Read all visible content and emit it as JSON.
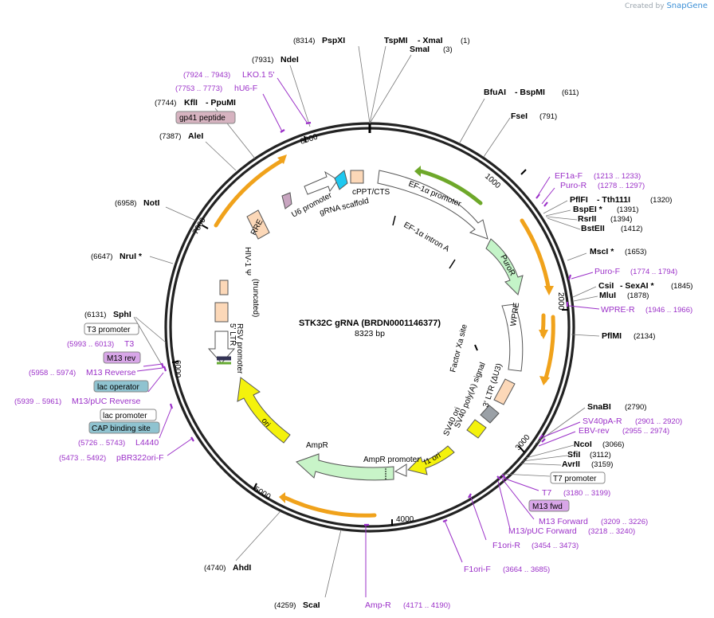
{
  "brand": {
    "prefix": "Created by",
    "name": "SnapGene"
  },
  "plasmid": {
    "name": "STK32C gRNA (BRDN0001146377)",
    "size_label": "8323 bp"
  },
  "ticks": [
    "1000",
    "2000",
    "3000",
    "4000",
    "5000",
    "6000",
    "7000",
    "8000"
  ],
  "enzymes": {
    "pspxi": {
      "pos": "(8314)",
      "name": "PspXI"
    },
    "tspmi": {
      "name": "TspMI",
      "name2": "- XmaI",
      "pos": "(1)"
    },
    "smai": {
      "name": "SmaI",
      "pos": "(3)"
    },
    "ndei": {
      "pos": "(7931)",
      "name": "NdeI"
    },
    "kfli": {
      "pos": "(7744)",
      "name": "KflI",
      "name2": "- PpuMI"
    },
    "alei": {
      "pos": "(7387)",
      "name": "AleI"
    },
    "noti": {
      "pos": "(6958)",
      "name": "NotI"
    },
    "nrui": {
      "pos": "(6647)",
      "name": "NruI *"
    },
    "sphi": {
      "pos": "(6131)",
      "name": "SphI"
    },
    "bfuai": {
      "name": "BfuAI",
      "name2": "- BspMI",
      "pos": "(611)"
    },
    "fsei": {
      "name": "FseI",
      "pos": "(791)"
    },
    "pflfi": {
      "name": "PflFI",
      "name2": "- Tth111I",
      "pos": "(1320)"
    },
    "bspei": {
      "name": "BspEI *",
      "pos": "(1391)"
    },
    "rsrii": {
      "name": "RsrII",
      "pos": "(1394)"
    },
    "bsteii": {
      "name": "BstEII",
      "pos": "(1412)"
    },
    "msci": {
      "name": "MscI *",
      "pos": "(1653)"
    },
    "csii": {
      "name": "CsiI",
      "name2": "- SexAI *",
      "pos": "(1845)"
    },
    "mlui": {
      "name": "MluI",
      "pos": "(1878)"
    },
    "pflmi": {
      "name": "PflMI",
      "pos": "(2134)"
    },
    "snabi": {
      "name": "SnaBI",
      "pos": "(2790)"
    },
    "ncoi": {
      "name": "NcoI",
      "pos": "(3066)"
    },
    "sfii": {
      "name": "SfiI",
      "pos": "(3112)"
    },
    "avrii": {
      "name": "AvrII",
      "pos": "(3159)"
    },
    "ahdi": {
      "pos": "(4740)",
      "name": "AhdI"
    },
    "scai": {
      "pos": "(4259)",
      "name": "ScaI"
    }
  },
  "primers": {
    "lko": {
      "pos": "(7924 .. 7943)",
      "name": "LKO.1 5'"
    },
    "hu6": {
      "pos": "(7753 .. 7773)",
      "name": "hU6-F"
    },
    "ef1a": {
      "name": "EF1a-F",
      "pos": "(1213 .. 1233)"
    },
    "puror": {
      "name": "Puro-R",
      "pos": "(1278 .. 1297)"
    },
    "purof": {
      "name": "Puro-F",
      "pos": "(1774 .. 1794)"
    },
    "wpre": {
      "name": "WPRE-R",
      "pos": "(1946 .. 1966)"
    },
    "sv40pa": {
      "name": "SV40pA-R",
      "pos": "(2901 .. 2920)"
    },
    "ebv": {
      "name": "EBV-rev",
      "pos": "(2955 .. 2974)"
    },
    "t7": {
      "name": "T7",
      "pos": "(3180 .. 3199)"
    },
    "m13fwd": {
      "name": "M13 Forward",
      "pos": "(3209 .. 3226)"
    },
    "m13puc": {
      "name": "M13/pUC Forward",
      "pos": "(3218 .. 3240)"
    },
    "f1orir": {
      "name": "F1ori-R",
      "pos": "(3454 .. 3473)"
    },
    "f1orif": {
      "name": "F1ori-F",
      "pos": "(3664 .. 3685)"
    },
    "ampr": {
      "name": "Amp-R",
      "pos": "(4171 .. 4190)"
    },
    "t3": {
      "pos": "(5993 .. 6013)",
      "name": "T3"
    },
    "m13rev": {
      "pos": "(5958 .. 5974)",
      "name": "M13 Reverse"
    },
    "m13pucrev": {
      "pos": "(5939 .. 5961)",
      "name": "M13/pUC Reverse"
    },
    "l4440": {
      "pos": "(5726 .. 5743)",
      "name": "L4440"
    },
    "pbr": {
      "pos": "(5473 .. 5492)",
      "name": "pBR322ori-F"
    }
  },
  "boxes": {
    "gp41": "gp41 peptide",
    "t3prom": "T3 promoter",
    "m13rev": "M13 rev",
    "lacop": "lac operator",
    "lacprom": "lac promoter",
    "cap": "CAP binding site",
    "t7prom": "T7 promoter",
    "m13fwd": "M13 fwd"
  },
  "features": {
    "ef1a_prom": "EF-1α promoter",
    "ef1a_intron": "EF-1α intron A",
    "puror": "PuroR",
    "wpre": "WPRE",
    "ltr3": "3' LTR (ΔU3)",
    "factorxa": "Factor Xa site",
    "sv40pa": "SV40 poly(A) signal",
    "sv40ori": "SV40 ori",
    "f1ori": "f1 ori",
    "ampr_prom": "AmpR promoter",
    "ampr": "AmpR",
    "ori": "ori",
    "rsv1": "RSV promoter",
    "ltr5": "5' LTR",
    "hiv1": "HIV-1 Ψ",
    "hiv2": "(truncated)",
    "rre": "RRE",
    "u6": "U6 promoter",
    "grna": "gRNA scaffold",
    "cppt": "cPPT/CTS"
  },
  "colors": {
    "enzyme_line": "#777777",
    "primer": "#9b30c8",
    "orf": "#f0a21b",
    "gp41": "#d6b3c0",
    "lac": "#8fc3d0",
    "m13box": "#d8a6e8"
  }
}
